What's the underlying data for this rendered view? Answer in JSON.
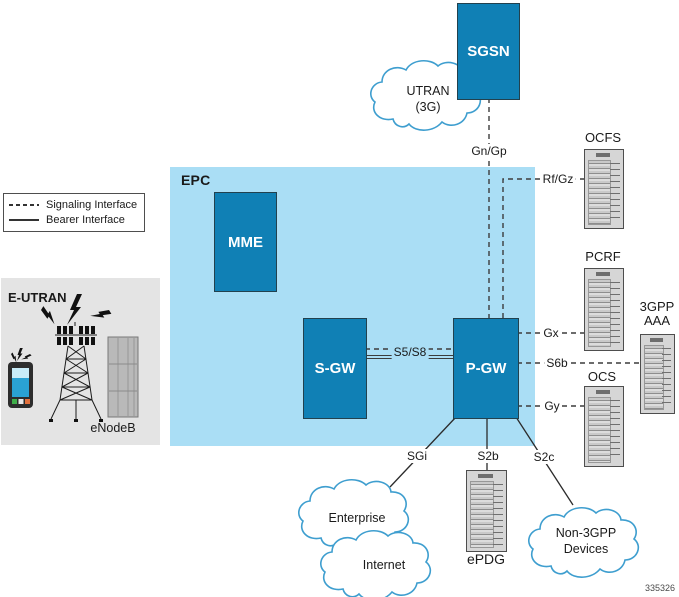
{
  "figure_number": "335326",
  "colors": {
    "node_fill": "#1080b5",
    "node_border": "#22414e",
    "epc_fill": "#aadef5",
    "eutran_fill": "#e4e4e4",
    "cloud_stroke": "#3e9ecf",
    "line": "#3c3c3c"
  },
  "legend": {
    "signaling": "Signaling Interface",
    "bearer": "Bearer Interface"
  },
  "regions": {
    "epc": "EPC",
    "eutran": "E-UTRAN"
  },
  "nodes": {
    "sgsn": "SGSN",
    "mme": "MME",
    "sgw": "S-GW",
    "pgw": "P-GW"
  },
  "clouds": {
    "utran_line1": "UTRAN",
    "utran_line2": "(3G)",
    "enterprise": "Enterprise",
    "internet": "Internet",
    "non3gpp_line1": "Non-3GPP",
    "non3gpp_line2": "Devices"
  },
  "servers": {
    "ocfs": "OCFS",
    "pcrf": "PCRF",
    "ocs": "OCS",
    "aaa_line1": "3GPP",
    "aaa_line2": "AAA",
    "epdg": "ePDG"
  },
  "eutran": {
    "enodeb_label": "eNodeB"
  },
  "interfaces": {
    "gn_gp": "Gn/Gp",
    "rf_gz": "Rf/Gz",
    "gx": "Gx",
    "s6b": "S6b",
    "gy": "Gy",
    "s5_s8": "S5/S8",
    "sgi": "SGi",
    "s2b": "S2b",
    "s2c": "S2c"
  },
  "icons": {
    "cloud": "cloud-icon",
    "server": "server-rack-icon",
    "tower": "cell-tower-icon",
    "phone": "mobile-device-icon",
    "cabinet": "enodeb-cabinet-icon",
    "lightning": "lightning-bolt-icon"
  }
}
